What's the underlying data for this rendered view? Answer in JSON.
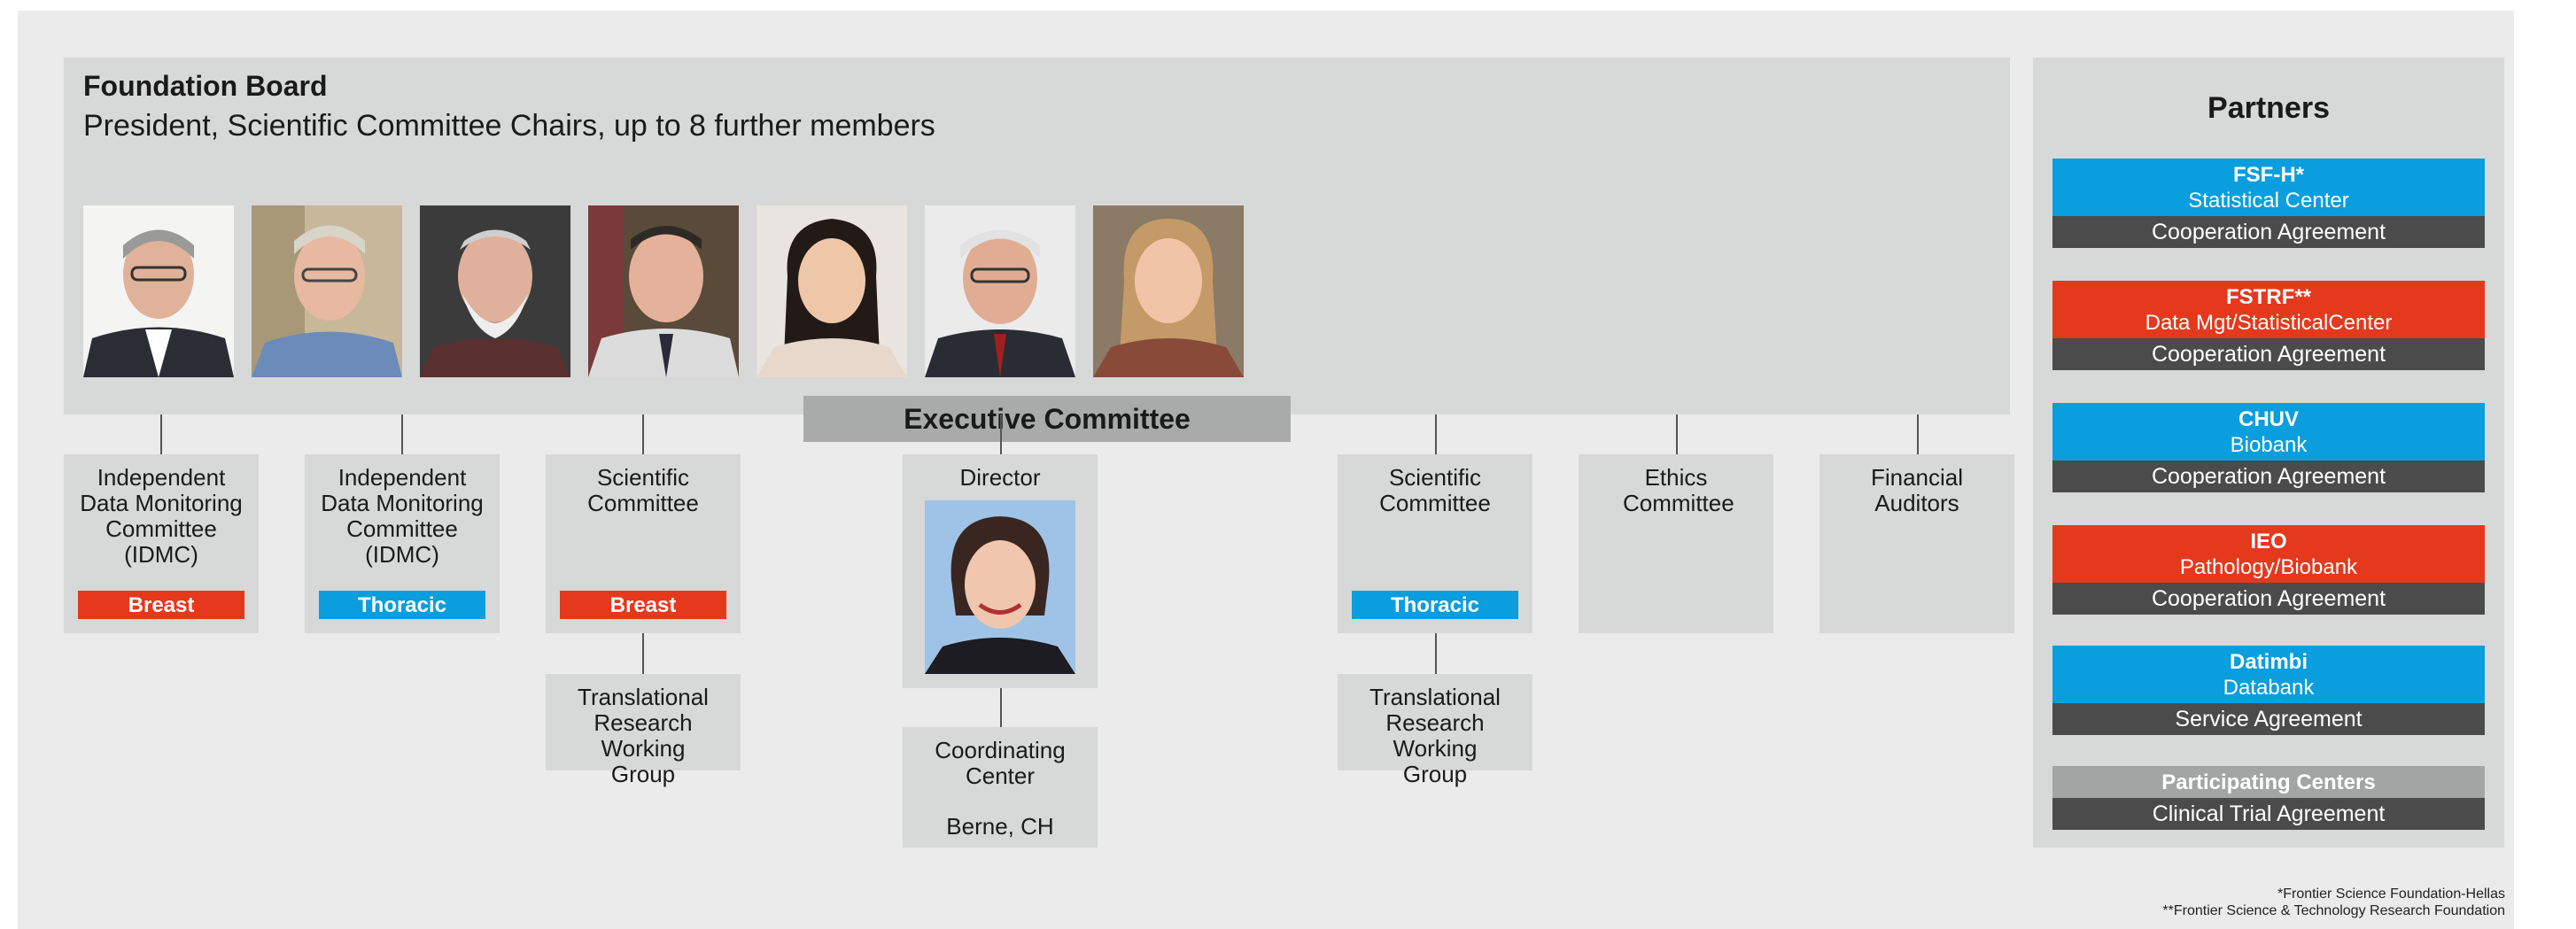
{
  "board": {
    "title": "Foundation Board",
    "subtitle": "President, Scientific Committee Chairs, up to 8 further members",
    "executive_label": "Executive Committee"
  },
  "committees": {
    "idmc_breast": {
      "label": "Independent Data Monitoring Committee (IDMC)",
      "tag": "Breast"
    },
    "idmc_thoracic": {
      "label": "Independent Data Monitoring Committee (IDMC)",
      "tag": "Thoracic"
    },
    "sci_breast": {
      "label": "Scientific Committee",
      "tag": "Breast"
    },
    "trwg_breast": {
      "label": "Translational Research Working Group"
    },
    "director": {
      "label": "Director"
    },
    "coordinating": {
      "label": "Coordinating Center",
      "location": "Berne, CH"
    },
    "sci_thoracic": {
      "label": "Scientific Committee",
      "tag": "Thoracic"
    },
    "trwg_thoracic": {
      "label": "Translational Research Working Group"
    },
    "ethics": {
      "label": "Ethics Committee"
    },
    "auditors": {
      "label": "Financial Auditors"
    }
  },
  "partners": {
    "title": "Partners",
    "items": [
      {
        "name": "FSF-H*",
        "role": "Statistical Center",
        "agreement": "Cooperation Agreement",
        "color": "#0a9ede"
      },
      {
        "name": "FSTRF**",
        "role": "Data Mgt/StatisticalCenter",
        "agreement": "Cooperation Agreement",
        "color": "#e5391d"
      },
      {
        "name": "CHUV",
        "role": "Biobank",
        "agreement": "Cooperation Agreement",
        "color": "#0a9ede"
      },
      {
        "name": "IEO",
        "role": "Pathology/Biobank",
        "agreement": "Cooperation Agreement",
        "color": "#e5391d"
      },
      {
        "name": "Datimbi",
        "role": "Databank",
        "agreement": "Service Agreement",
        "color": "#0a9ede"
      },
      {
        "name": "Participating Centers",
        "agreement": "Clinical Trial Agreement",
        "color": "#a3a5a5"
      }
    ]
  },
  "footnotes": {
    "fsfh": "*Frontier Science Foundation-Hellas",
    "fstrf": "**Frontier Science & Technology Research Foundation"
  },
  "colors": {
    "red": "#e5391d",
    "blue": "#0a9ede",
    "panel": "#d7d8d8",
    "background": "#ebebeb",
    "agreement_bar": "#4b4b4b"
  }
}
